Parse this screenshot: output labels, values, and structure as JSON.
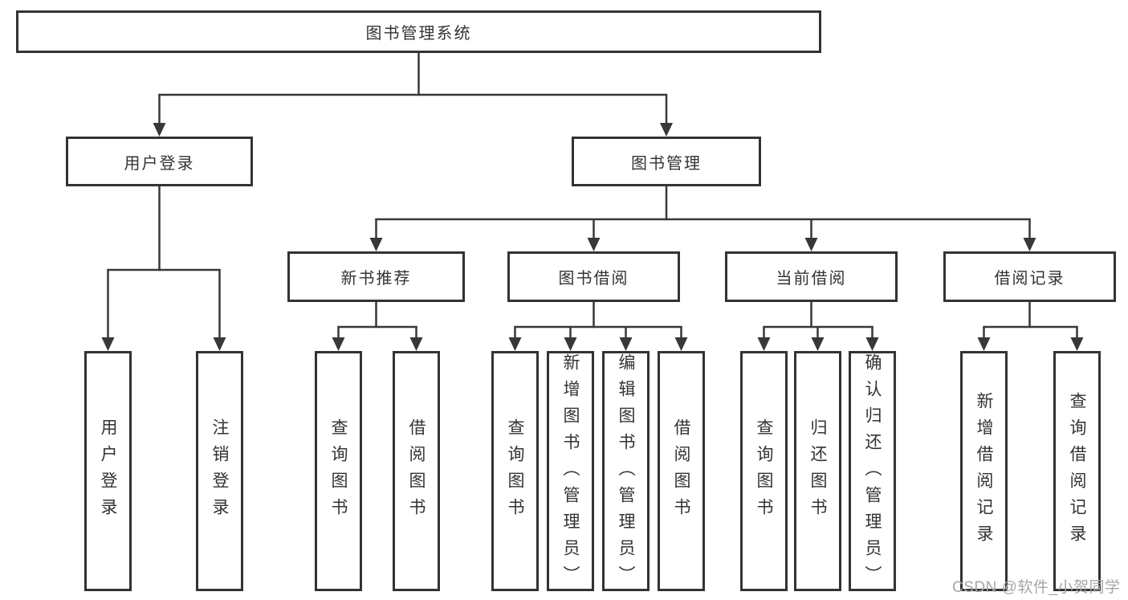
{
  "diagram": {
    "root": {
      "label": "图书管理系统"
    },
    "login": {
      "label": "用户登录",
      "children": [
        {
          "label": "用户登录"
        },
        {
          "label": "注销登录"
        }
      ]
    },
    "management": {
      "label": "图书管理",
      "groups": [
        {
          "label": "新书推荐",
          "children": [
            {
              "label": "查询图书"
            },
            {
              "label": "借阅图书"
            }
          ]
        },
        {
          "label": "图书借阅",
          "children": [
            {
              "label": "查询图书"
            },
            {
              "label": "新增图书（管理员）"
            },
            {
              "label": "编辑图书（管理员）"
            },
            {
              "label": "借阅图书"
            }
          ]
        },
        {
          "label": "当前借阅",
          "children": [
            {
              "label": "查询图书"
            },
            {
              "label": "归还图书"
            },
            {
              "label": "确认归还（管理员）"
            }
          ]
        },
        {
          "label": "借阅记录",
          "children": [
            {
              "label": "新增借阅记录"
            },
            {
              "label": "查询借阅记录"
            }
          ]
        }
      ]
    },
    "watermark": "CSDN @软件_小贺同学",
    "colors": {
      "line": "#383838",
      "text": "#333333",
      "watermark": "#a6a6a6",
      "background": "#ffffff"
    }
  }
}
